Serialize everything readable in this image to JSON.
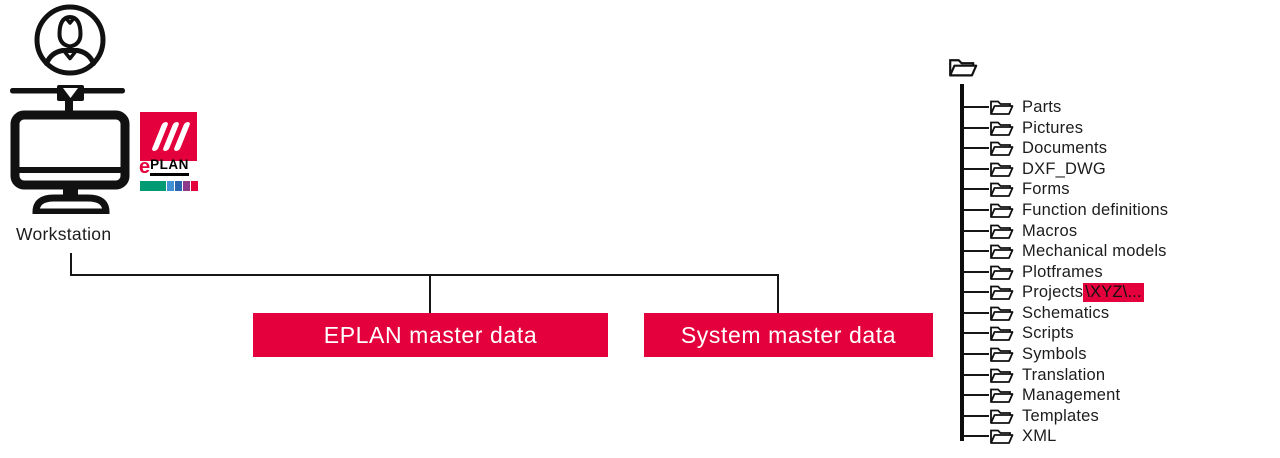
{
  "colors": {
    "eplan_red": "#E4003C",
    "line_black": "#111111",
    "logo_bar_green": "#009b72",
    "logo_bar_blue_light": "#3f90d4",
    "logo_bar_blue_dark": "#2a66b0",
    "logo_bar_purple": "#8e3a8c"
  },
  "workstation": {
    "label": "Workstation"
  },
  "eplan_logo": {
    "e": "e",
    "plan": "PLAN"
  },
  "boxes": {
    "eplan_master_data": "EPLAN master data",
    "system_master_data": "System master data"
  },
  "tree": {
    "items": [
      {
        "label": "Parts"
      },
      {
        "label": "Pictures"
      },
      {
        "label": "Documents"
      },
      {
        "label": "DXF_DWG"
      },
      {
        "label": "Forms"
      },
      {
        "label": "Function definitions"
      },
      {
        "label": "Macros"
      },
      {
        "label": "Mechanical models"
      },
      {
        "label": "Plotframes"
      },
      {
        "label": "Projects",
        "highlight": "\\XYZ\\..."
      },
      {
        "label": "Schematics"
      },
      {
        "label": "Scripts"
      },
      {
        "label": "Symbols"
      },
      {
        "label": "Translation"
      },
      {
        "label": "Management"
      },
      {
        "label": "Templates"
      },
      {
        "label": "XML"
      }
    ]
  }
}
